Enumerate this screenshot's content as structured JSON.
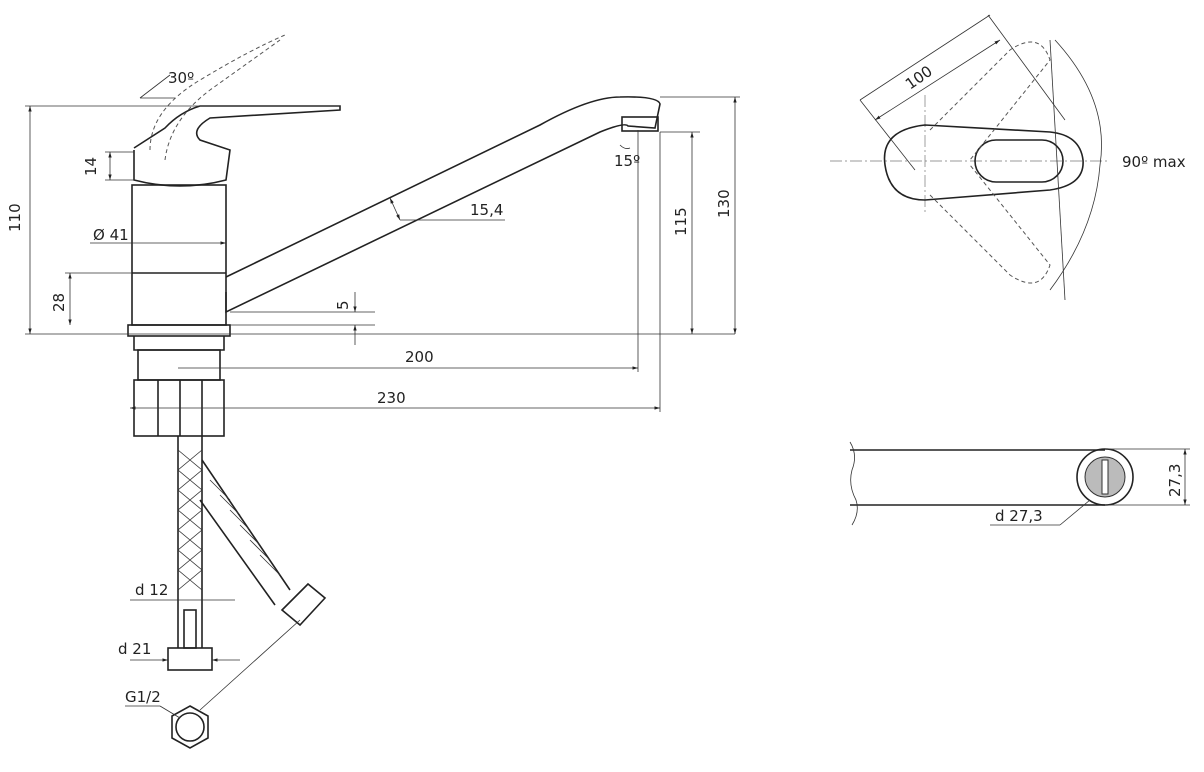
{
  "labels": {
    "angle_lever": "30º",
    "lever_height": "14",
    "total_height": "110",
    "body_diameter": "Ø 41",
    "base_height": "28",
    "spout_thickness": "15,4",
    "spout_offset": "5",
    "spout_reach": "200",
    "total_reach": "230",
    "aerator_angle": "15º",
    "spout_height": "115",
    "spout_top_height": "130",
    "handle_length": "100",
    "rotation": "90º max",
    "aerator_height": "27,3",
    "aerator_diameter": "d 27,3",
    "hose_diameter": "d 12",
    "nut_diameter": "d 21",
    "thread": "G1/2"
  }
}
